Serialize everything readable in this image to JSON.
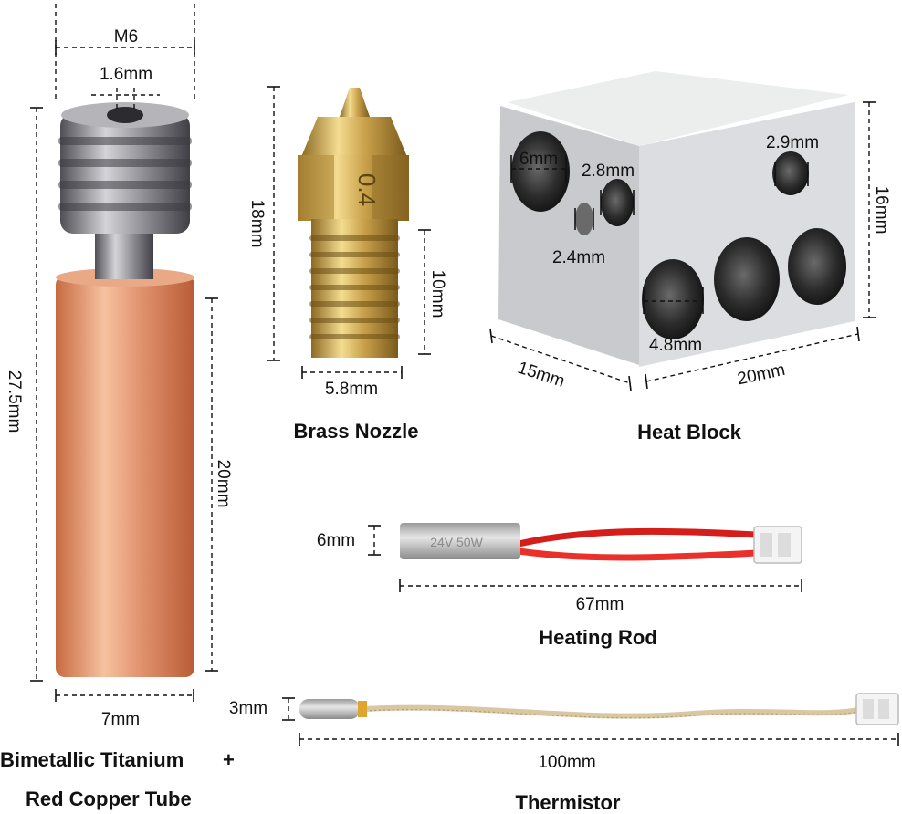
{
  "part_titles": {
    "tube_line1": "Bimetallic Titanium",
    "tube_plus": "+",
    "tube_line2": "Red Copper Tube",
    "nozzle": "Brass Nozzle",
    "heat_block": "Heat Block",
    "heating_rod": "Heating Rod",
    "thermistor": "Thermistor"
  },
  "dimensions": {
    "tube_thread": "M6",
    "tube_bore": "1.6mm",
    "tube_length": "27.5mm",
    "tube_copper_length": "20mm",
    "tube_diameter": "7mm",
    "nozzle_length": "18mm",
    "nozzle_thread_length": "10mm",
    "nozzle_width": "5.8mm",
    "block_hole_large": "6mm",
    "block_hole_2_8": "2.8mm",
    "block_hole_2_4": "2.4mm",
    "block_hole_2_9": "2.9mm",
    "block_hole_4_8": "4.8mm",
    "block_height": "16mm",
    "block_depth": "15mm",
    "block_width": "20mm",
    "rod_diameter": "6mm",
    "rod_length": "67mm",
    "thermistor_diameter": "3mm",
    "thermistor_length": "100mm"
  },
  "markings": {
    "nozzle_size": "0.4",
    "rod_rating": "24V 50W"
  },
  "colors": {
    "copper": "#d98a5f",
    "titanium": "#8a8a8e",
    "brass": "#c9a44e",
    "aluminum": "#d8d9dc",
    "wire_red": "#e0201c",
    "thermistor_wire": "#d6c3a0"
  }
}
